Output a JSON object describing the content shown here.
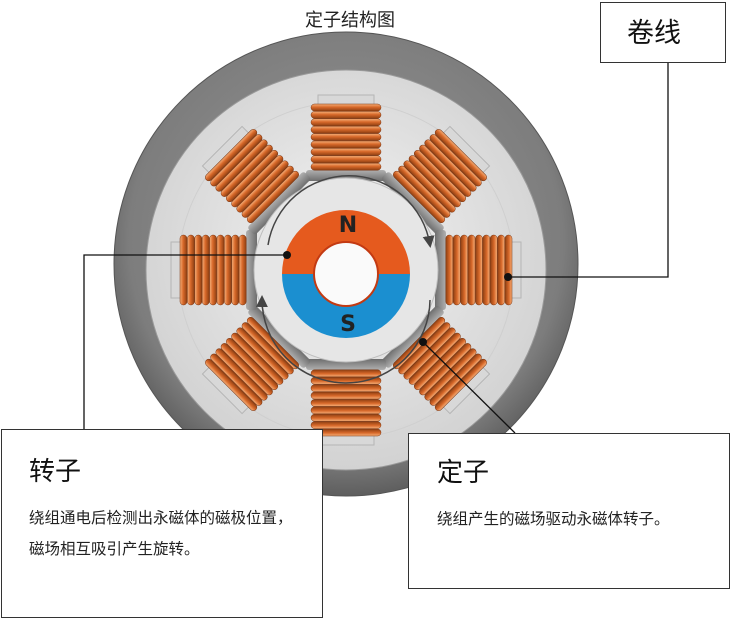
{
  "title": "定子结构图",
  "labels": {
    "north": "N",
    "south": "S"
  },
  "callouts": {
    "winding": {
      "title": "卷线"
    },
    "rotor": {
      "title": "转子",
      "description": "绕组通电后检测出永磁体的磁极位置，磁场相互吸引产生旋转。"
    },
    "stator": {
      "title": "定子",
      "description": "绕组产生的磁场驱动永磁体转子。"
    }
  },
  "colors": {
    "coil": "#d2682c",
    "coil_highlight": "#f3a66c",
    "north_pole": "#e55a1e",
    "south_pole": "#1b8fd0",
    "outer_ring": "#7a7a7a",
    "stator_body": "#e2e2e2",
    "pole_shoe": "#8c8c8c"
  }
}
